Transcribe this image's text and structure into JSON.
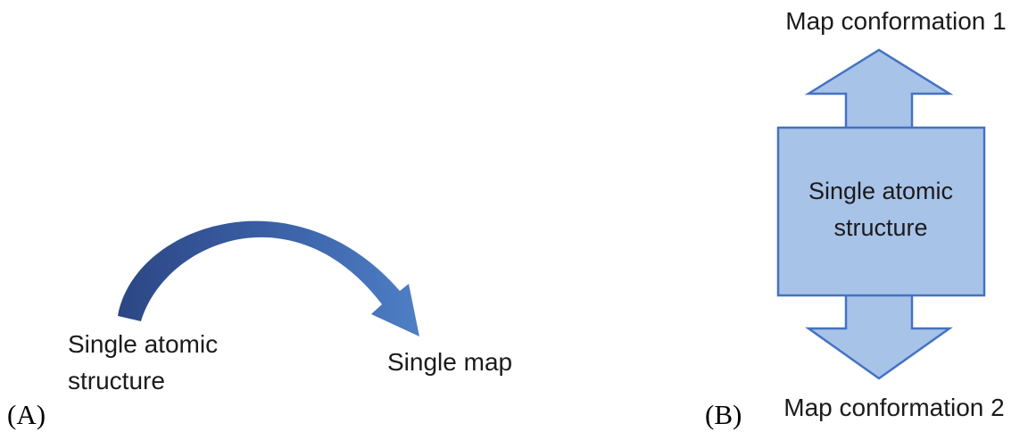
{
  "figure": {
    "panel_a": {
      "label": "(A)",
      "source_text": "Single atomic structure",
      "target_text": "Single map"
    },
    "panel_b": {
      "label": "(B)",
      "top_text": "Map conformation 1",
      "box_text": "Single atomic structure",
      "bottom_text": "Map conformation 2"
    }
  },
  "colors": {
    "arrow_gradient_start": "#2c4684",
    "arrow_gradient_mid": "#3a5fa5",
    "arrow_gradient_end": "#4e7fc5",
    "shape_fill": "#a8c3e8",
    "shape_border": "#4472c4",
    "text": "#1b1b1b",
    "background": "#ffffff"
  }
}
